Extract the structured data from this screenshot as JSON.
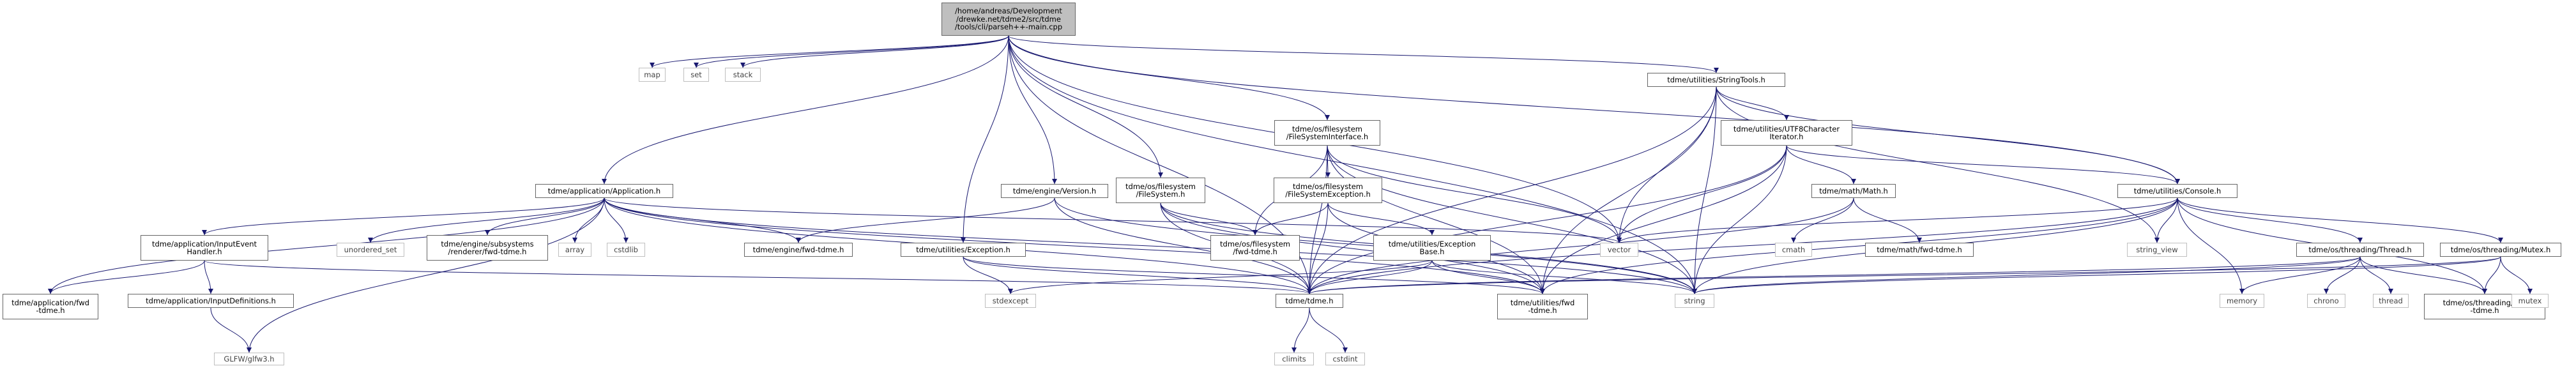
{
  "diagram": {
    "edge_color": "#191970",
    "nodes": [
      {
        "id": "root",
        "label": "/home/andreas/Development\n/drewke.net/tdme2/src/tdme\n/tools/cli/parseh++-main.cpp",
        "kind": "root"
      },
      {
        "id": "map",
        "label": "map",
        "kind": "ext"
      },
      {
        "id": "set",
        "label": "set",
        "kind": "ext"
      },
      {
        "id": "stack",
        "label": "stack",
        "kind": "ext"
      },
      {
        "id": "application",
        "label": "tdme/application/Application.h",
        "kind": "local"
      },
      {
        "id": "engine_version",
        "label": "tdme/engine/Version.h",
        "kind": "local"
      },
      {
        "id": "fs_interface",
        "label": "tdme/os/filesystem\n/FileSystemInterface.h",
        "kind": "local"
      },
      {
        "id": "fs",
        "label": "tdme/os/filesystem\n/FileSystem.h",
        "kind": "local"
      },
      {
        "id": "fs_exception",
        "label": "tdme/os/filesystem\n/FileSystemException.h",
        "kind": "local"
      },
      {
        "id": "fs_fwd",
        "label": "tdme/os/filesystem\n/fwd-tdme.h",
        "kind": "local"
      },
      {
        "id": "string_tools",
        "label": "tdme/utilities/StringTools.h",
        "kind": "local"
      },
      {
        "id": "utf8",
        "label": "tdme/utilities/UTF8Character\nIterator.h",
        "kind": "local"
      },
      {
        "id": "math",
        "label": "tdme/math/Math.h",
        "kind": "local"
      },
      {
        "id": "math_fwd",
        "label": "tdme/math/fwd-tdme.h",
        "kind": "local"
      },
      {
        "id": "console",
        "label": "tdme/utilities/Console.h",
        "kind": "local"
      },
      {
        "id": "thread",
        "label": "tdme/os/threading/Thread.h",
        "kind": "local"
      },
      {
        "id": "mutex",
        "label": "tdme/os/threading/Mutex.h",
        "kind": "local"
      },
      {
        "id": "threading_fwd",
        "label": "tdme/os/threading/fwd\n-tdme.h",
        "kind": "local"
      },
      {
        "id": "input_handler",
        "label": "tdme/application/InputEvent\nHandler.h",
        "kind": "local"
      },
      {
        "id": "app_fwd",
        "label": "tdme/application/fwd\n-tdme.h",
        "kind": "local"
      },
      {
        "id": "input_defs",
        "label": "tdme/application/InputDefinitions.h",
        "kind": "local"
      },
      {
        "id": "glfw",
        "label": "GLFW/glfw3.h",
        "kind": "ext"
      },
      {
        "id": "unordered_set",
        "label": "unordered_set",
        "kind": "ext"
      },
      {
        "id": "renderer_fwd",
        "label": "tdme/engine/subsystems\n/renderer/fwd-tdme.h",
        "kind": "local"
      },
      {
        "id": "array",
        "label": "array",
        "kind": "ext"
      },
      {
        "id": "cstdlib",
        "label": "cstdlib",
        "kind": "ext"
      },
      {
        "id": "engine_fwd",
        "label": "tdme/engine/fwd-tdme.h",
        "kind": "local"
      },
      {
        "id": "util_exception",
        "label": "tdme/utilities/Exception.h",
        "kind": "local"
      },
      {
        "id": "exception_base",
        "label": "tdme/utilities/Exception\nBase.h",
        "kind": "local"
      },
      {
        "id": "stdexcept",
        "label": "stdexcept",
        "kind": "ext"
      },
      {
        "id": "tdme_h",
        "label": "tdme/tdme.h",
        "kind": "local"
      },
      {
        "id": "climits",
        "label": "climits",
        "kind": "ext"
      },
      {
        "id": "cstdint",
        "label": "cstdint",
        "kind": "ext"
      },
      {
        "id": "util_fwd",
        "label": "tdme/utilities/fwd\n-tdme.h",
        "kind": "local"
      },
      {
        "id": "vector",
        "label": "vector",
        "kind": "ext"
      },
      {
        "id": "string",
        "label": "string",
        "kind": "ext"
      },
      {
        "id": "cmath",
        "label": "cmath",
        "kind": "ext"
      },
      {
        "id": "string_view",
        "label": "string_view",
        "kind": "ext"
      },
      {
        "id": "memory",
        "label": "memory",
        "kind": "ext"
      },
      {
        "id": "chrono",
        "label": "chrono",
        "kind": "ext"
      },
      {
        "id": "thread_std",
        "label": "thread",
        "kind": "ext"
      },
      {
        "id": "mutex_std",
        "label": "mutex",
        "kind": "ext"
      }
    ],
    "edges": [
      [
        "root",
        "map"
      ],
      [
        "root",
        "set"
      ],
      [
        "root",
        "stack"
      ],
      [
        "root",
        "application"
      ],
      [
        "root",
        "engine_version"
      ],
      [
        "root",
        "fs_interface"
      ],
      [
        "root",
        "fs"
      ],
      [
        "root",
        "util_exception"
      ],
      [
        "root",
        "string_tools"
      ],
      [
        "root",
        "console"
      ],
      [
        "root",
        "vector"
      ],
      [
        "root",
        "string"
      ],
      [
        "root",
        "tdme_h"
      ],
      [
        "application",
        "input_handler"
      ],
      [
        "application",
        "app_fwd"
      ],
      [
        "application",
        "unordered_set"
      ],
      [
        "application",
        "renderer_fwd"
      ],
      [
        "application",
        "array"
      ],
      [
        "application",
        "cstdlib"
      ],
      [
        "application",
        "engine_fwd"
      ],
      [
        "application",
        "glfw"
      ],
      [
        "application",
        "vector"
      ],
      [
        "application",
        "string"
      ],
      [
        "application",
        "tdme_h"
      ],
      [
        "application",
        "util_fwd"
      ],
      [
        "input_handler",
        "input_defs"
      ],
      [
        "input_handler",
        "app_fwd"
      ],
      [
        "input_handler",
        "tdme_h"
      ],
      [
        "input_defs",
        "glfw"
      ],
      [
        "engine_version",
        "engine_fwd"
      ],
      [
        "engine_version",
        "tdme_h"
      ],
      [
        "engine_version",
        "string"
      ],
      [
        "fs_interface",
        "fs_fwd"
      ],
      [
        "fs_interface",
        "fs_exception"
      ],
      [
        "fs_interface",
        "tdme_h"
      ],
      [
        "fs_interface",
        "util_fwd"
      ],
      [
        "fs_interface",
        "vector"
      ],
      [
        "fs_interface",
        "string"
      ],
      [
        "fs",
        "fs_fwd"
      ],
      [
        "fs",
        "tdme_h"
      ],
      [
        "fs",
        "string"
      ],
      [
        "fs",
        "util_fwd"
      ],
      [
        "fs_exception",
        "fs_fwd"
      ],
      [
        "fs_exception",
        "exception_base"
      ],
      [
        "fs_exception",
        "tdme_h"
      ],
      [
        "fs_exception",
        "util_fwd"
      ],
      [
        "util_exception",
        "stdexcept"
      ],
      [
        "util_exception",
        "tdme_h"
      ],
      [
        "util_exception",
        "util_fwd"
      ],
      [
        "exception_base",
        "stdexcept"
      ],
      [
        "exception_base",
        "tdme_h"
      ],
      [
        "exception_base",
        "string"
      ],
      [
        "exception_base",
        "util_fwd"
      ],
      [
        "tdme_h",
        "climits"
      ],
      [
        "tdme_h",
        "cstdint"
      ],
      [
        "string_tools",
        "utf8"
      ],
      [
        "string_tools",
        "console"
      ],
      [
        "string_tools",
        "tdme_h"
      ],
      [
        "string_tools",
        "util_fwd"
      ],
      [
        "string_tools",
        "vector"
      ],
      [
        "string_tools",
        "string"
      ],
      [
        "string_tools",
        "string_view"
      ],
      [
        "utf8",
        "math"
      ],
      [
        "utf8",
        "console"
      ],
      [
        "utf8",
        "tdme_h"
      ],
      [
        "utf8",
        "util_fwd"
      ],
      [
        "utf8",
        "vector"
      ],
      [
        "utf8",
        "string"
      ],
      [
        "math",
        "cmath"
      ],
      [
        "math",
        "math_fwd"
      ],
      [
        "math",
        "tdme_h"
      ],
      [
        "console",
        "thread"
      ],
      [
        "console",
        "mutex"
      ],
      [
        "console",
        "threading_fwd"
      ],
      [
        "console",
        "tdme_h"
      ],
      [
        "console",
        "util_fwd"
      ],
      [
        "console",
        "vector"
      ],
      [
        "console",
        "string"
      ],
      [
        "console",
        "string_view"
      ],
      [
        "console",
        "memory"
      ],
      [
        "thread",
        "chrono"
      ],
      [
        "thread",
        "thread_std"
      ],
      [
        "thread",
        "threading_fwd"
      ],
      [
        "thread",
        "tdme_h"
      ],
      [
        "thread",
        "string"
      ],
      [
        "thread",
        "memory"
      ],
      [
        "mutex",
        "mutex_std"
      ],
      [
        "mutex",
        "threading_fwd"
      ],
      [
        "mutex",
        "tdme_h"
      ],
      [
        "mutex",
        "string"
      ]
    ]
  }
}
